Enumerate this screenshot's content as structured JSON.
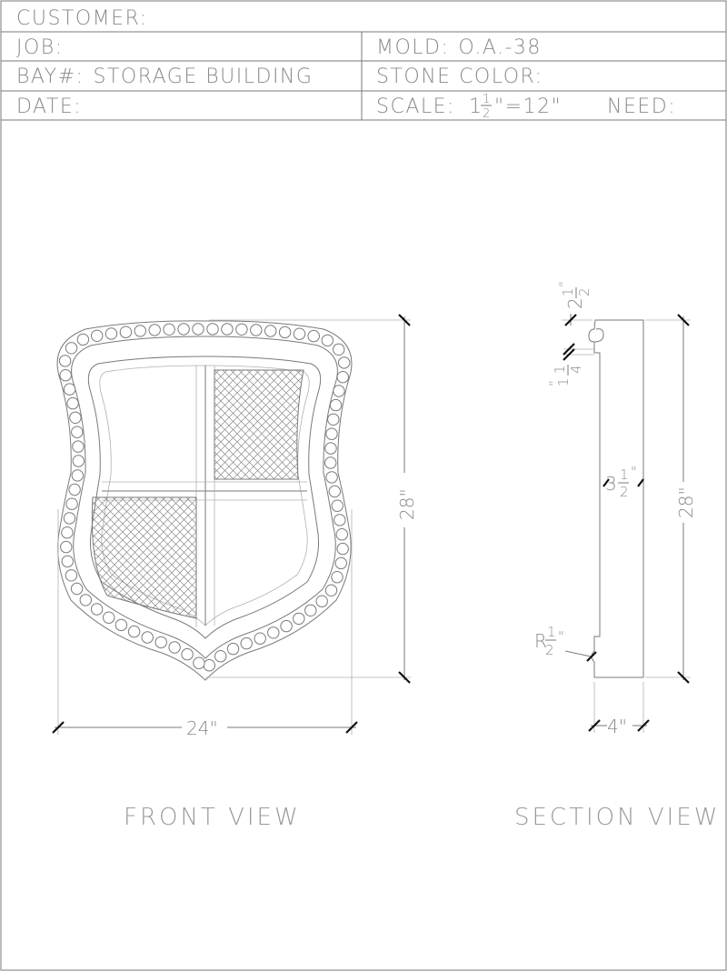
{
  "title_block": {
    "customer_label": "CUSTOMER:",
    "job_label": "JOB:",
    "mold_label": "MOLD:",
    "mold_value": "O.A.-38",
    "bay_label": "BAY#:",
    "bay_value": "STORAGE BUILDING",
    "stone_color_label": "STONE COLOR:",
    "date_label": "DATE:",
    "scale_label": "SCALE:",
    "scale_whole": "1",
    "scale_frac_num": "1",
    "scale_frac_den": "2",
    "scale_rest": "\"=12\"",
    "need_label": "NEED:"
  },
  "front_view": {
    "label": "FRONT VIEW",
    "width_dim": "24\"",
    "height_dim": "28\""
  },
  "section_view": {
    "label": "SECTION VIEW",
    "height_dim": "28\"",
    "width_dim": "4\"",
    "top_dim_whole": "2",
    "top_dim_num": "1",
    "top_dim_den": "2",
    "top_dim_unit": "\"",
    "step_dim_whole": "1",
    "step_dim_num": "1",
    "step_dim_den": "4",
    "step_dim_unit": "\"",
    "mid_dim_whole": "3",
    "mid_dim_num": "1",
    "mid_dim_den": "2",
    "mid_dim_unit": "\"",
    "radius_prefix": "R",
    "radius_num": "1",
    "radius_den": "2",
    "radius_unit": "\""
  }
}
